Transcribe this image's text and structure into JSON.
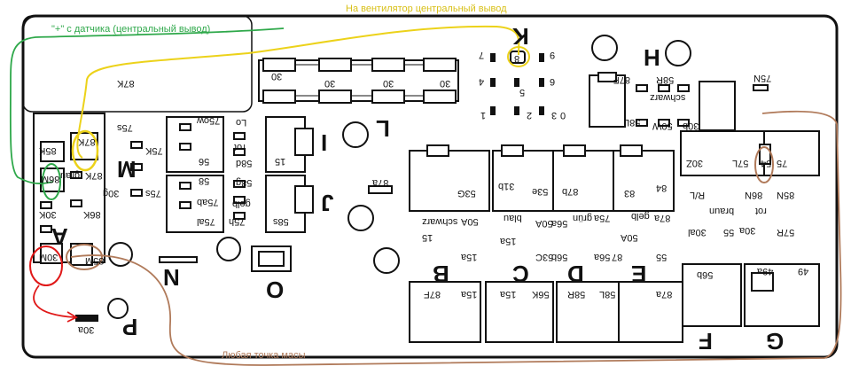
{
  "annotations": {
    "fan_center": "На вентилятор центральный вывод",
    "sensor_plus": "\"+\" с датчика (центральный вывод)",
    "ground": "Любая точка масы"
  },
  "colors": {
    "yellow": "#ecd21a",
    "green": "#2ea84a",
    "brown": "#b07a5a",
    "red": "#e01818",
    "ink": "#111111"
  },
  "group_letters": {
    "K": "K",
    "H": "H",
    "L": "L",
    "I": "I",
    "J": "J",
    "M": "M",
    "A": "A",
    "N": "N",
    "O": "O",
    "P": "P",
    "B": "B",
    "C": "C",
    "D": "D",
    "E": "E",
    "F": "F",
    "G": "G"
  },
  "pins": {
    "p87k": "87K",
    "p87_30a": "30",
    "p87_30b": "30",
    "p87_30c": "30",
    "p87_30d": "30",
    "p86": "86",
    "p87": "87",
    "p85": "85",
    "p87d": "87",
    "p87e": "87",
    "k9": "9",
    "k8": "8",
    "k7": "7",
    "k6": "6",
    "k5": "5",
    "k4": "4",
    "k3": "3",
    "k2": "2",
    "k1": "1",
    "k0": "0",
    "h58r": "58R",
    "h75n": "75N",
    "h87f": "87F",
    "h58l": "58L",
    "h50w": "50W",
    "h30b": "30b",
    "hschwarz": "schwarz",
    "m75s": "75s",
    "m85k": "85K",
    "m87k": "87K",
    "m75k": "75K",
    "m86m": "86M",
    "m87k2": "87K",
    "m30g": "30g",
    "m75s2": "75s",
    "m30k": "30K",
    "m86k": "86K",
    "mgrau": "grau",
    "a30m": "30M",
    "a85m": "85M",
    "p30a": "30a",
    "i75ow": "75ow",
    "ilo": "Lo",
    "irot": "rot",
    "i58d": "58d",
    "i56": "56",
    "i15": "15",
    "j58g": "58g",
    "j58": "58",
    "j75ab": "75ab",
    "j75h": "75h",
    "jgelb": "gelb",
    "j58s": "58s",
    "j75al": "75al",
    "c87a": "87a",
    "b53g": "53G",
    "b31b": "31b",
    "b53e": "53e",
    "b87b": "87b",
    "b83": "83",
    "b84": "84",
    "b15": "15",
    "b50a": "50A",
    "b15a": "15a",
    "bschwarz": "schwarz",
    "b15b": "15",
    "b15c": "15a",
    "c56b": "56b",
    "c56a": "56a",
    "c53c": "53C",
    "cblau": "blau",
    "c15a": "15a",
    "c50a": "50A",
    "d75a": "75a",
    "d87": "87",
    "d56a": "56a",
    "d58r": "58R",
    "dgrün": "grün",
    "e87a": "87a",
    "e55": "55",
    "egelb": "gelb",
    "e50a": "50A",
    "b87f": "87F",
    "b15d": "15a",
    "c56k": "56K",
    "c58l": "58L",
    "e87a2": "87a",
    "r30z": "30Z",
    "r57l": "57L",
    "r54": "54",
    "r75": "75",
    "r86n": "86N",
    "r85n": "85N",
    "rrl": "R/L",
    "rbraun": "braun",
    "rrot": "rot",
    "r30al": "30al",
    "r30a": "30a",
    "r55": "55",
    "r57r": "57R",
    "f56b": "56b",
    "g49": "49",
    "g49a": "49a"
  }
}
